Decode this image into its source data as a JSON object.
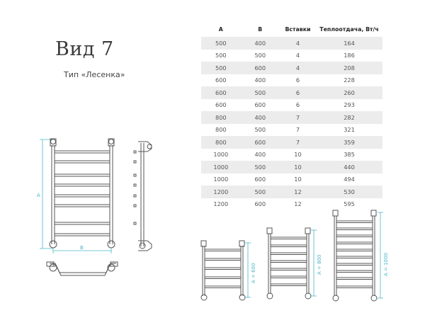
{
  "heading": {
    "title": "Вид 7",
    "subtitle": "Тип «Лесенка»"
  },
  "table": {
    "headers": [
      "A",
      "B",
      "Вставки",
      "Теплоотдача, Вт/ч"
    ],
    "rows": [
      [
        "500",
        "400",
        "4",
        "164"
      ],
      [
        "500",
        "500",
        "4",
        "186"
      ],
      [
        "500",
        "600",
        "4",
        "208"
      ],
      [
        "600",
        "400",
        "6",
        "228"
      ],
      [
        "600",
        "500",
        "6",
        "260"
      ],
      [
        "600",
        "600",
        "6",
        "293"
      ],
      [
        "800",
        "400",
        "7",
        "282"
      ],
      [
        "800",
        "500",
        "7",
        "321"
      ],
      [
        "800",
        "600",
        "7",
        "359"
      ],
      [
        "1000",
        "400",
        "10",
        "385"
      ],
      [
        "1000",
        "500",
        "10",
        "440"
      ],
      [
        "1000",
        "600",
        "10",
        "494"
      ],
      [
        "1200",
        "500",
        "12",
        "530"
      ],
      [
        "1200",
        "600",
        "12",
        "595"
      ]
    ]
  },
  "drawing_labels": {
    "height_label": "A",
    "width_label": "B",
    "small_label": "A = 600",
    "medium_label": "A = 800",
    "large_label": "A = 1000"
  },
  "colors": {
    "dimension_lines": "#4ab7c9",
    "outline": "#555555",
    "table_stripe": "#ececec"
  }
}
